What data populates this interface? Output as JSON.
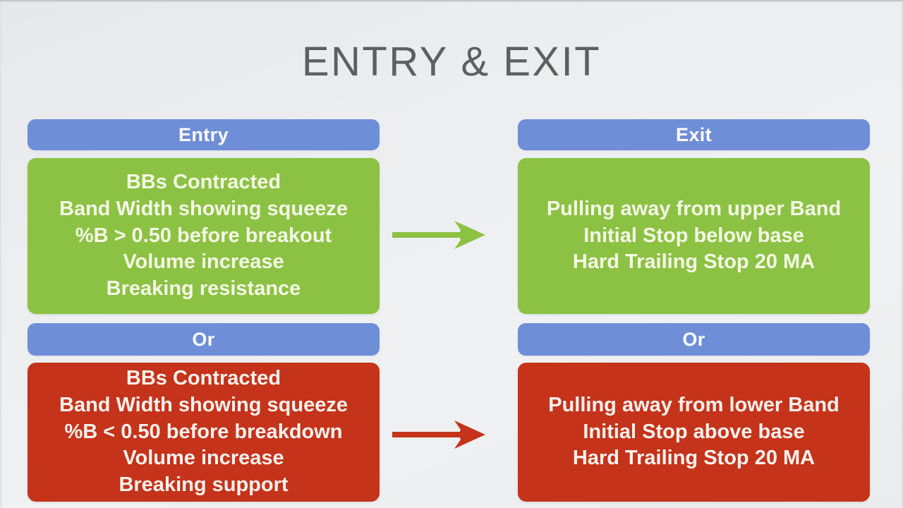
{
  "slide": {
    "title": "ENTRY & EXIT",
    "background_color": "#ebedef",
    "title_color": "#5d5f61"
  },
  "colors": {
    "header_blue": "#6e8ed8",
    "bull_green": "#8cc243",
    "bear_red": "#c4331a",
    "green_text": "#f4f8e6",
    "red_text": "#fdf2ee",
    "header_text": "#ffffff"
  },
  "columns": {
    "entry": {
      "header": "Entry",
      "divider": "Or",
      "bull": {
        "lines": [
          "BBs Contracted",
          "Band Width showing squeeze",
          "%B > 0.50 before breakout",
          "Volume increase",
          "Breaking resistance"
        ]
      },
      "bear": {
        "lines": [
          "BBs Contracted",
          "Band Width showing squeeze",
          "%B < 0.50 before breakdown",
          "Volume increase",
          "Breaking support"
        ]
      }
    },
    "exit": {
      "header": "Exit",
      "divider": "Or",
      "bull": {
        "lines": [
          "Pulling away from upper Band",
          "Initial Stop below base",
          "Hard Trailing Stop 20 MA"
        ]
      },
      "bear": {
        "lines": [
          "Pulling away from lower Band",
          "Initial Stop above base",
          "Hard Trailing Stop 20 MA"
        ]
      }
    }
  },
  "arrows": {
    "bull": {
      "name": "green-right-arrow",
      "color": "#8cc243",
      "direction": "right"
    },
    "bear": {
      "name": "red-right-arrow",
      "color": "#c4331a",
      "direction": "right"
    }
  }
}
